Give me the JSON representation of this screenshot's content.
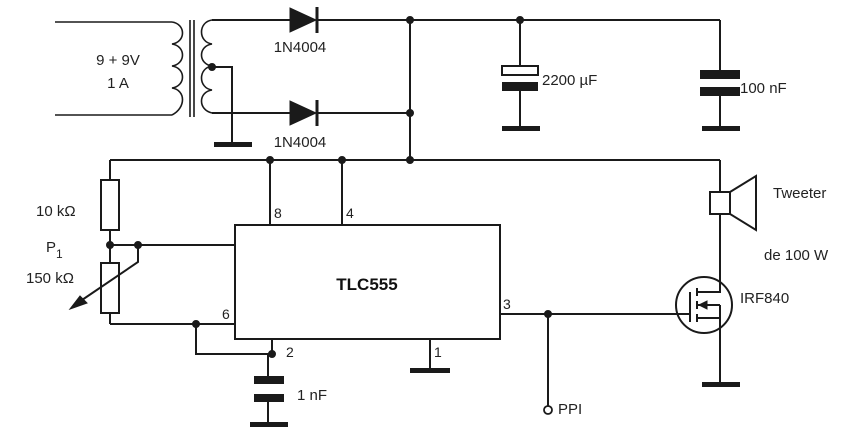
{
  "transformer": {
    "rating_line1": "9 + 9V",
    "rating_line2": "1 A"
  },
  "diode_top": {
    "label": "1N4004"
  },
  "diode_bottom": {
    "label": "1N4004"
  },
  "capacitor_electrolytic": {
    "label": "2200 µF"
  },
  "capacitor_decoupling": {
    "label": "100 nF"
  },
  "resistor_fixed": {
    "label": "10 kΩ"
  },
  "potentiometer": {
    "designator_letter": "P",
    "designator_sub": "1",
    "label": "150 kΩ"
  },
  "ic": {
    "label": "TLC555",
    "pin_8": "8",
    "pin_4": "4",
    "pin_6": "6",
    "pin_3": "3",
    "pin_2": "2",
    "pin_1": "1"
  },
  "timing_capacitor": {
    "label": "1 nF"
  },
  "test_point": {
    "label": "PPI"
  },
  "tweeter": {
    "label_line1": "Tweeter",
    "label_line2": "de 100 W"
  },
  "mosfet": {
    "label": "IRF840"
  }
}
